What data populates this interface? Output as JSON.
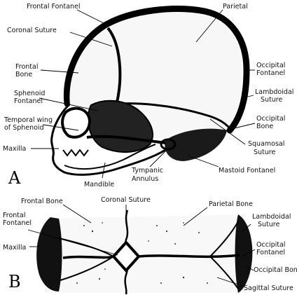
{
  "panel_a": {
    "panel_letter": "A",
    "labels": {
      "frontal_fontanel": "Frontal Fontanel",
      "parietal": "Parietal",
      "coronal_suture": "Coronal Suture",
      "frontal_bone_l1": "Frontal",
      "frontal_bone_l2": "Bone",
      "sphenoid_l1": "Sphenoid",
      "sphenoid_l2": "Fontanel",
      "temporal_wing_l1": "Temporal wing",
      "temporal_wing_l2": "of Sphenoid",
      "maxilla": "Maxilla",
      "mandible": "Mandible",
      "tympanic_l1": "Tympanic",
      "tympanic_l2": "Annulus",
      "mastoid_fontanel": "Mastoid Fontanel",
      "squamosal_l1": "Squamosal",
      "squamosal_l2": "Suture",
      "occipital_bone_l1": "Occipital",
      "occipital_bone_l2": "Bone",
      "lambdoidal_l1": "Lambdoidal",
      "lambdoidal_l2": "Suture",
      "occipital_fontanel_l1": "Occipital",
      "occipital_fontanel_l2": "Fontanel"
    }
  },
  "panel_b": {
    "panel_letter": "B",
    "labels": {
      "frontal_bone": "Frontal Bone",
      "coronal_suture": "Coronal Suture",
      "parietal_bone": "Parietal Bone",
      "frontal_fontanel_l1": "Frontal",
      "frontal_fontanel_l2": "Fontanel",
      "maxilla": "Maxilla",
      "lambdoidal_l1": "Lambdoidal",
      "lambdoidal_l2": "Suture",
      "occipital_fontanel_l1": "Occipital",
      "occipital_fontanel_l2": "Fontanel",
      "occipital_bone": "Occipital Bone",
      "sagittal_suture": "Sagittal Suture"
    }
  }
}
